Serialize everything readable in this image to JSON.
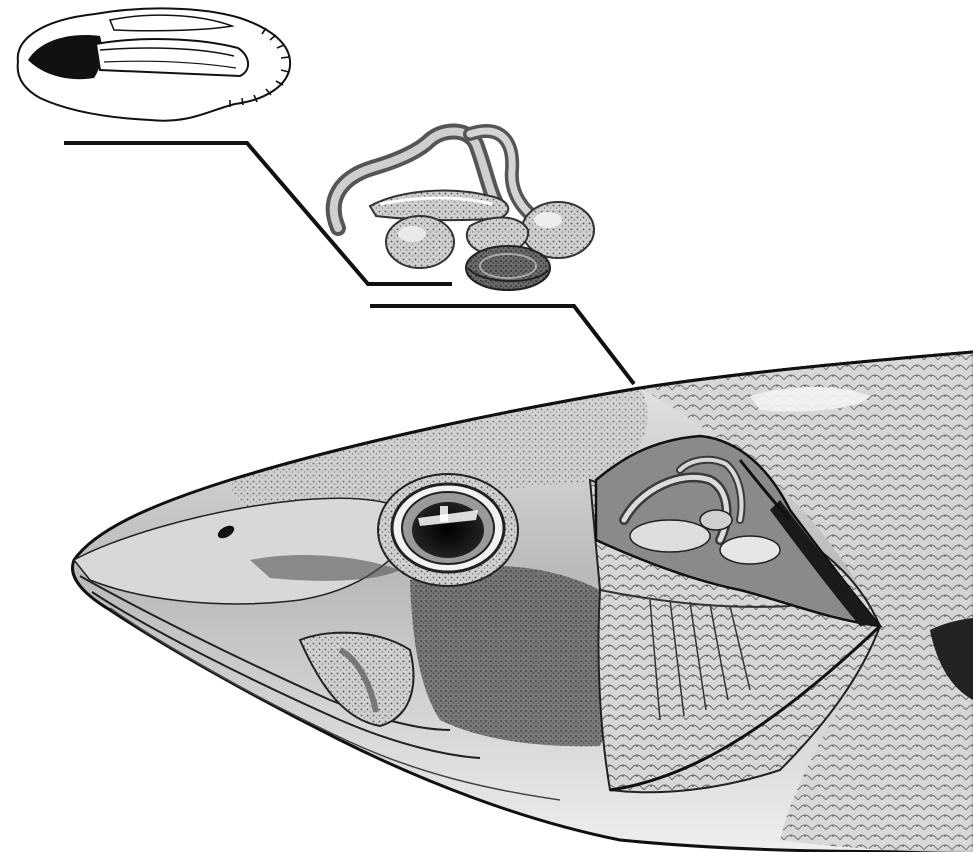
{
  "figure": {
    "panels": [
      {
        "id": "otolith",
        "label": "",
        "icon": "otolith-icon"
      },
      {
        "id": "inner-ear",
        "label": "",
        "icon": "inner-ear-icon"
      },
      {
        "id": "fish-head",
        "label": "",
        "icon": "fish-head-icon"
      }
    ],
    "leader_lines": [
      {
        "from": "otolith",
        "to": "inner-ear"
      },
      {
        "from": "inner-ear",
        "to": "fish-head"
      }
    ],
    "colors": {
      "ink": "#111111",
      "paper": "#ffffff",
      "shade_light": "#d9d9d9",
      "shade_mid": "#9a9a9a",
      "shade_dark": "#4a4a4a"
    }
  }
}
